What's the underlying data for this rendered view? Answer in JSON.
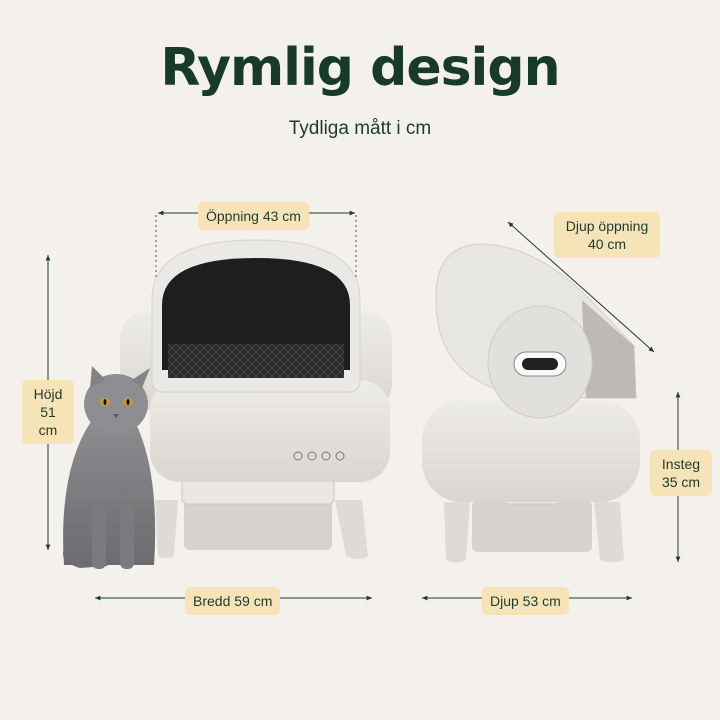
{
  "heading": {
    "title": "Rymlig design",
    "subtitle": "Tydliga mått i cm"
  },
  "dimensions": {
    "opening": "Öppning 43 cm",
    "height_line1": "Höjd",
    "height_line2": "51 cm",
    "width": "Bredd 59 cm",
    "depth_opening_line1": "Djup öppning",
    "depth_opening_line2": "40 cm",
    "step_line1": "Insteg",
    "step_line2": "35 cm",
    "depth": "Djup 53 cm"
  },
  "colors": {
    "background": "#f4f1ec",
    "label_bg": "#f7e3b8",
    "title": "#173a2a",
    "product": "#e6e3de"
  },
  "icons": [
    "wifi-icon",
    "power-icon",
    "cat-image",
    "litter-box-front-image",
    "litter-box-side-image"
  ]
}
